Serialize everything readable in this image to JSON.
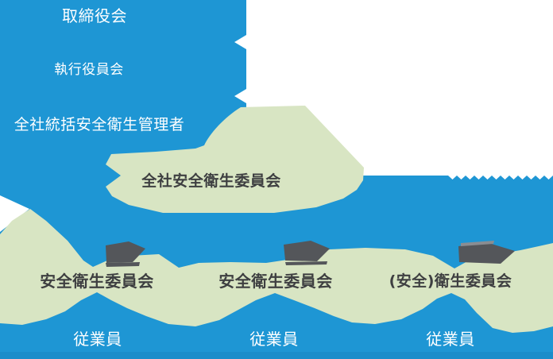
{
  "diagram": {
    "type": "organization-flow-chart",
    "colors": {
      "blue": "#1e96d4",
      "blue_bottom_shade": "#1a8ac6",
      "green": "#d8e5c3",
      "tag_gray": "#54565a",
      "tag_mark_light": "#8a8d92",
      "text_dark": "#3e3f41",
      "text_light": "#ffffff",
      "background": "#ffffff"
    },
    "top_nodes": [
      {
        "label": "取締役会"
      },
      {
        "label": "執行役員会"
      },
      {
        "label": "全社統括安全衛生管理者"
      }
    ],
    "central_committee": {
      "label": "全社安全衛生委員会"
    },
    "site_committees": [
      {
        "label": "安全衛生委員会"
      },
      {
        "label": "安全衛生委員会"
      },
      {
        "label": "(安全)衛生委員会"
      }
    ],
    "employees": [
      {
        "label": "従業員"
      },
      {
        "label": "従業員"
      },
      {
        "label": "従業員"
      }
    ]
  }
}
